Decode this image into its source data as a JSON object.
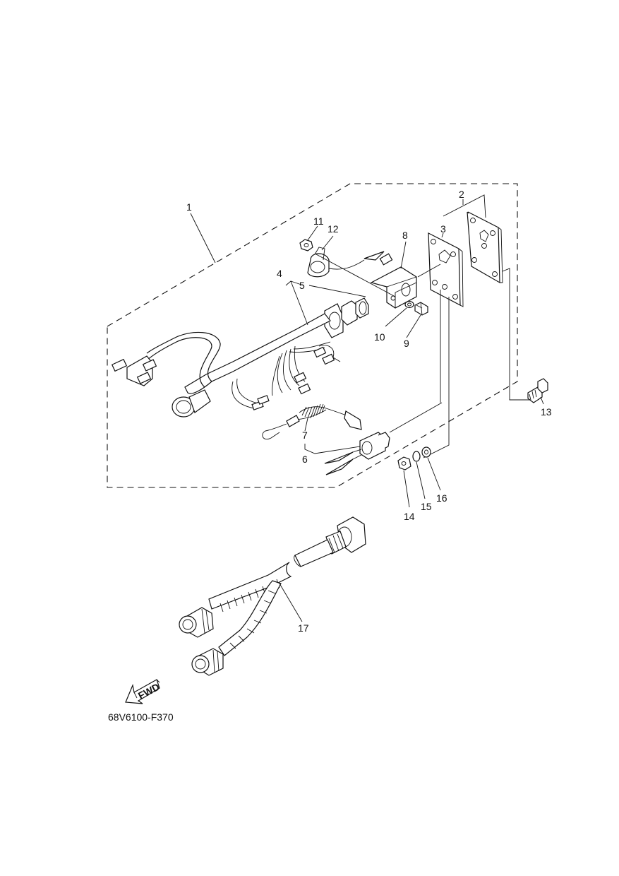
{
  "diagram_code": "68V6100-F370",
  "fwd_label": "FWD",
  "callouts": [
    "1",
    "2",
    "3",
    "4",
    "5",
    "6",
    "7",
    "8",
    "9",
    "10",
    "11",
    "12",
    "13",
    "14",
    "15",
    "16",
    "17"
  ]
}
